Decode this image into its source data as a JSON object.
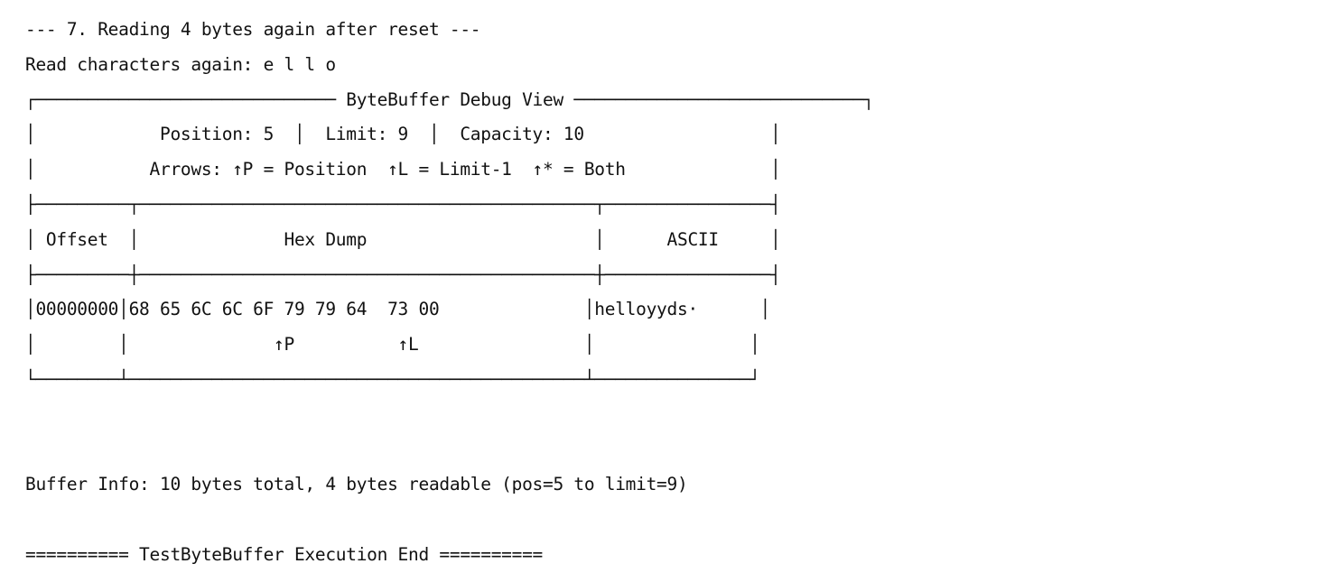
{
  "console": {
    "title": "ByteBuffer Debug View",
    "section_header": "--- 7. Reading 4 bytes again after reset ---",
    "read_chars_line": "Read characters again: e l l o",
    "read_chars_label": "Read characters again:",
    "read_chars_values": [
      "e",
      "l",
      "l",
      "o"
    ],
    "buffer_info_line": "Buffer Info: 10 bytes total, 4 bytes readable (pos=5 to limit=9)",
    "footer_line": "========== TestByteBuffer Execution End ==========",
    "footer_label": "TestByteBuffer Execution End",
    "footer_rule": "==========",
    "state": {
      "position_label": "Position:",
      "position_value": "5",
      "limit_label": "Limit:",
      "limit_value": "9",
      "capacity_label": "Capacity:",
      "capacity_value": "10"
    },
    "legend": {
      "label": "Arrows:",
      "entries": [
        {
          "marker": "↑P",
          "meaning": "Position"
        },
        {
          "marker": "↑L",
          "meaning": "Limit-1"
        },
        {
          "marker": "↑*",
          "meaning": "Both"
        }
      ]
    },
    "table": {
      "headers": [
        "Offset",
        "Hex Dump",
        "ASCII"
      ],
      "rows": [
        {
          "offset": "00000000",
          "hex": "68 65 6C 6C 6F 79 79 64  73 00",
          "bytes": [
            "68",
            "65",
            "6C",
            "6C",
            "6F",
            "79",
            "79",
            "64",
            "73",
            "00"
          ],
          "ascii": "helloyyds·"
        }
      ],
      "markers": {
        "position": "↑P",
        "limit": "↑L"
      }
    },
    "lines": [
      "--- 7. Reading 4 bytes again after reset ---",
      "Read characters again: e l l o",
      "┌───────────────────────────── ByteBuffer Debug View ────────────────────────────┐",
      "│            Position: 5  │  Limit: 9  │  Capacity: 10                  │",
      "│           Arrows: ↑P = Position  ↑L = Limit-1  ↑* = Both              │",
      "├─────────┬────────────────────────────────────────────┬────────────────┤",
      "│ Offset  │              Hex Dump                      │      ASCII     │",
      "├─────────┼────────────────────────────────────────────┼────────────────┤",
      "│00000000│68 65 6C 6C 6F 79 79 64  73 00              │helloyyds·      │",
      "│        │              ↑P          ↑L                │               │",
      "└────────┴────────────────────────────────────────────┴───────────────┘",
      "",
      "",
      "Buffer Info: 10 bytes total, 4 bytes readable (pos=5 to limit=9)",
      "",
      "========== TestByteBuffer Execution End =========="
    ]
  }
}
